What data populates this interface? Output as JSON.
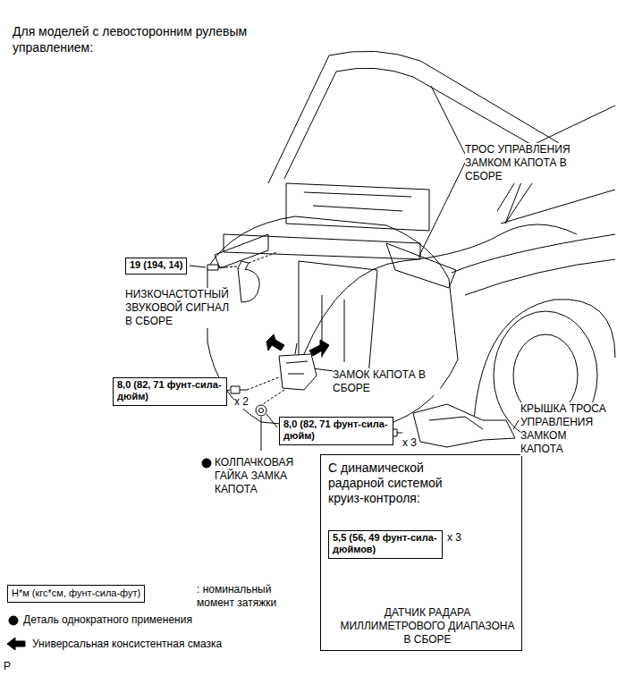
{
  "diagram": {
    "title": "Для моделей с левосторонним рулевым управлением:",
    "nodes": [
      {
        "text": [
          "19 (194, 14)"
        ]
      },
      {
        "text": [
          "8,0 (82, 71 фунт-сила-дюйм)"
        ]
      },
      {
        "text": [
          "8,0 (82, 71 фунт-сила-дюйм)"
        ]
      },
      {
        "text": [
          "С динамической радарной системой круиз-контроля:"
        ]
      },
      {
        "text": [
          "5,5 (56, 49 фунт-сила-дюймов)"
        ],
        "in": 3
      },
      {
        "text": [
          "Н*м (кгс*см, фунт-сила-фут)"
        ]
      }
    ],
    "labels": [
      "ТРОС УПРАВЛЕНИЯ ЗАМКОМ КАПОТА В СБОРЕ",
      "НИЗКОЧАСТОТНЫЙ ЗВУКОВОЙ СИГНАЛ В СБОРЕ",
      "ЗАМОК КАПОТА В СБОРЕ",
      "x 2",
      "КОЛПАЧКОВАЯ ГАЙКА ЗАМКА КАПОТА",
      "x 3",
      "КРЫШКА ТРОСА УПРАВЛЕНИЯ ЗАМКОМ КАПОТА",
      "x 3",
      "ДАТЧИК РАДАРА МИЛЛИМЕТРОВОГО ДИАПАЗОНА В СБОРЕ",
      "P"
    ],
    "legend": [
      {
        "text": ": номинальный момент затяжки"
      },
      {
        "text": "Деталь однократного применения"
      },
      {
        "text": "Универсальная консистентная смазка"
      }
    ]
  }
}
